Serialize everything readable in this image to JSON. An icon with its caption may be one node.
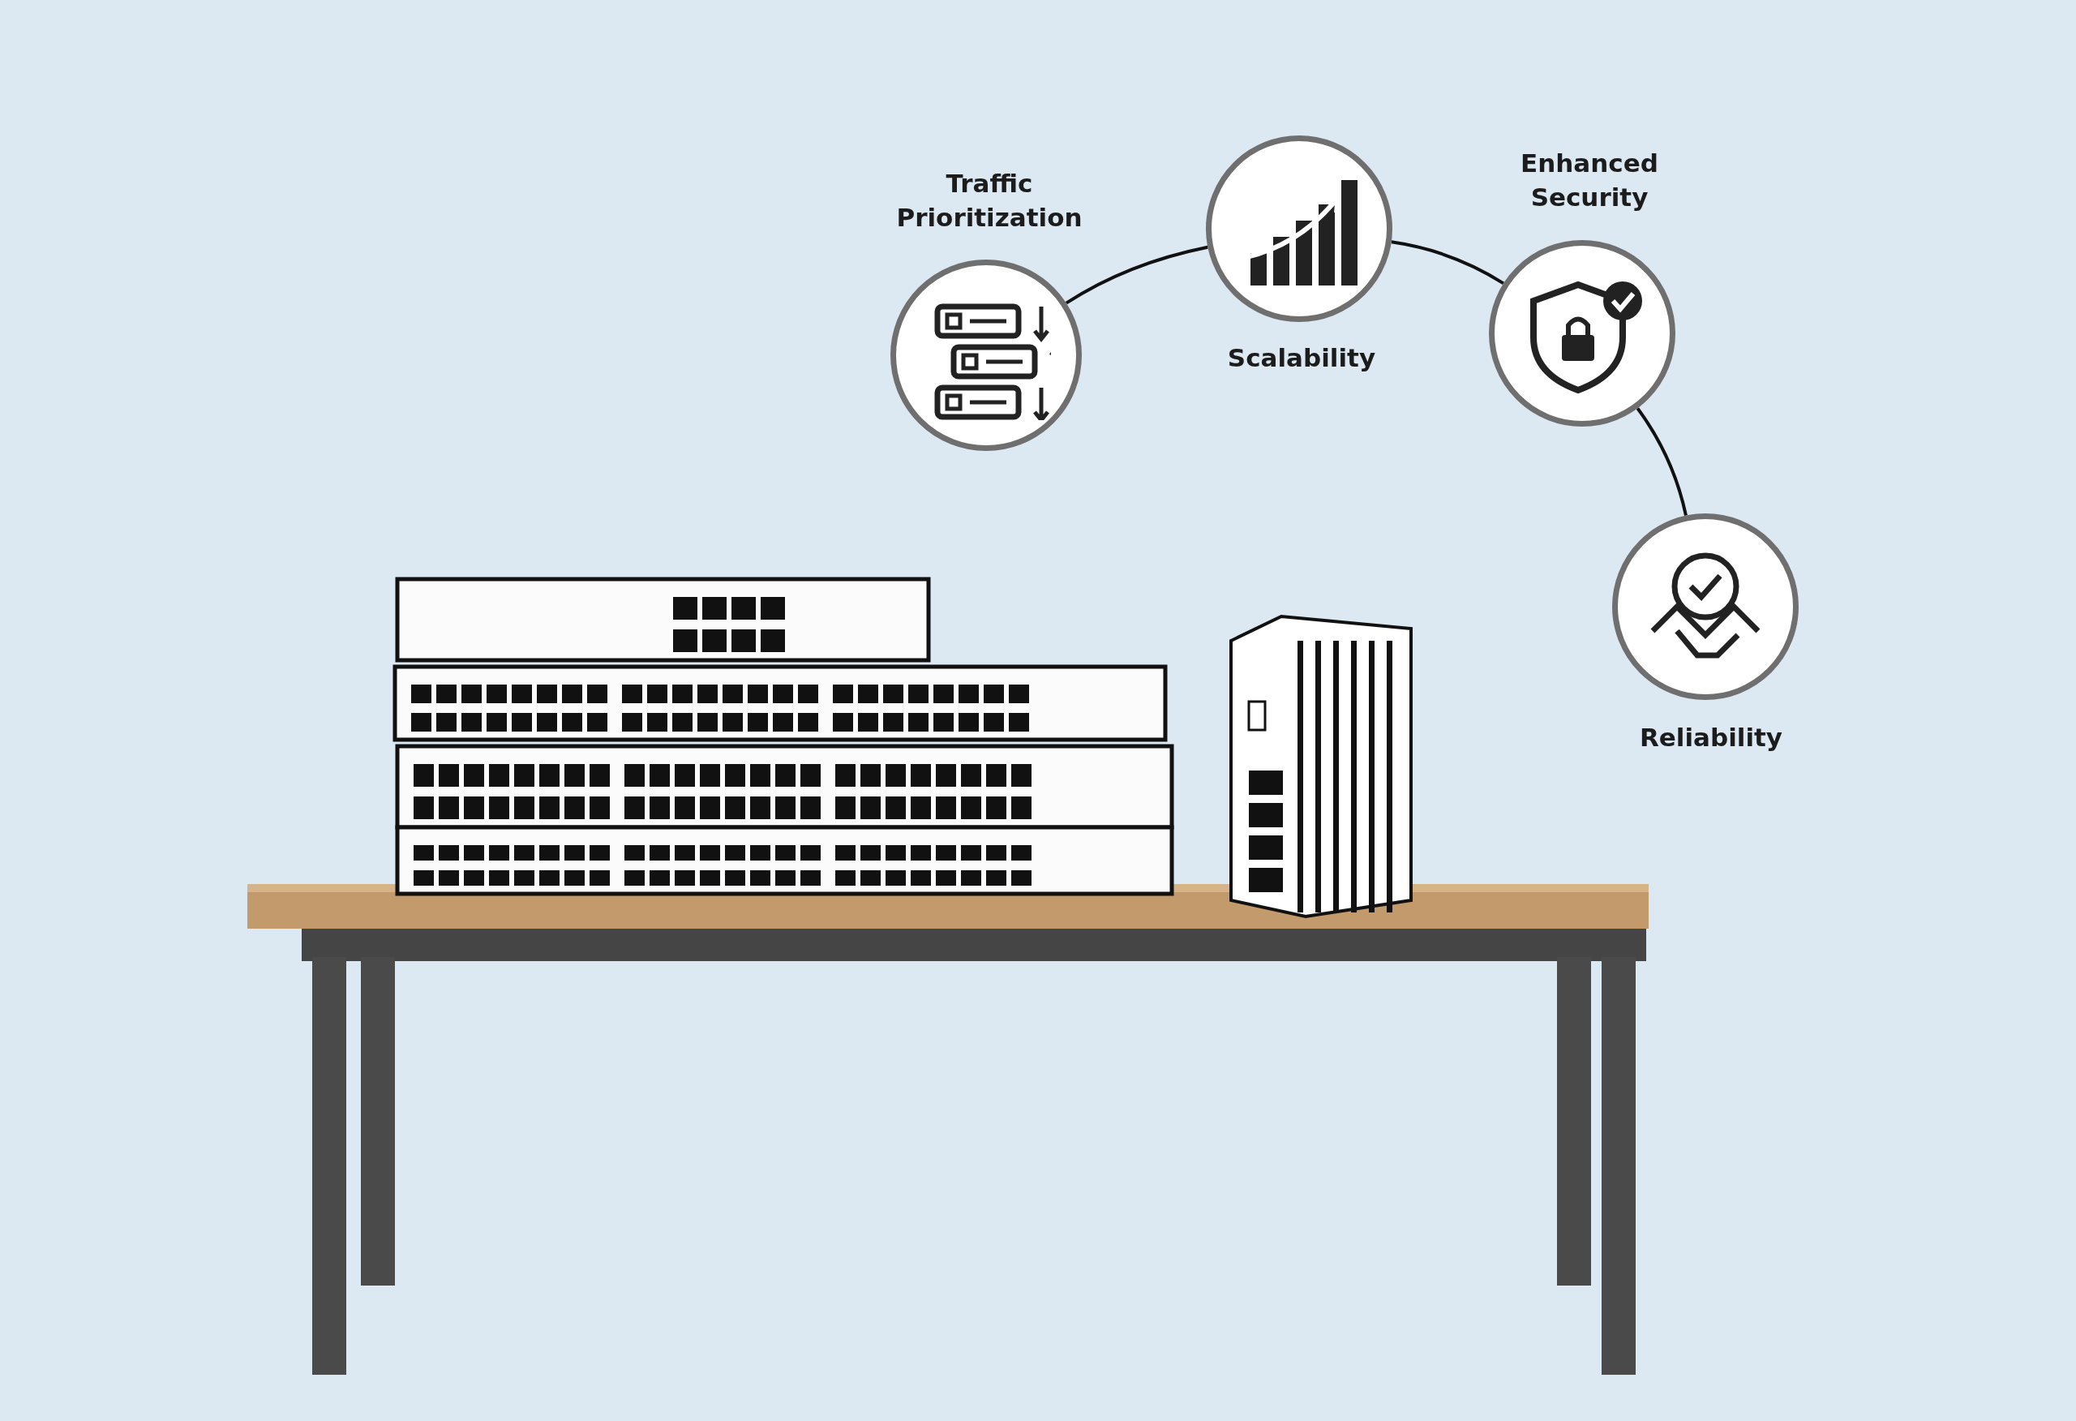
{
  "diagram": {
    "nodes": [
      {
        "text": [
          "Traffic Prioritization"
        ]
      },
      {
        "text": [
          "Scalability"
        ]
      },
      {
        "text": [
          "Enhanced Security"
        ]
      },
      {
        "text": [
          "Reliability"
        ]
      }
    ],
    "edges": [
      {
        "from": 0,
        "to": 1,
        "arrow": "none"
      },
      {
        "from": 1,
        "to": 2,
        "arrow": "none"
      },
      {
        "from": 2,
        "to": 3,
        "arrow": "none"
      }
    ]
  }
}
